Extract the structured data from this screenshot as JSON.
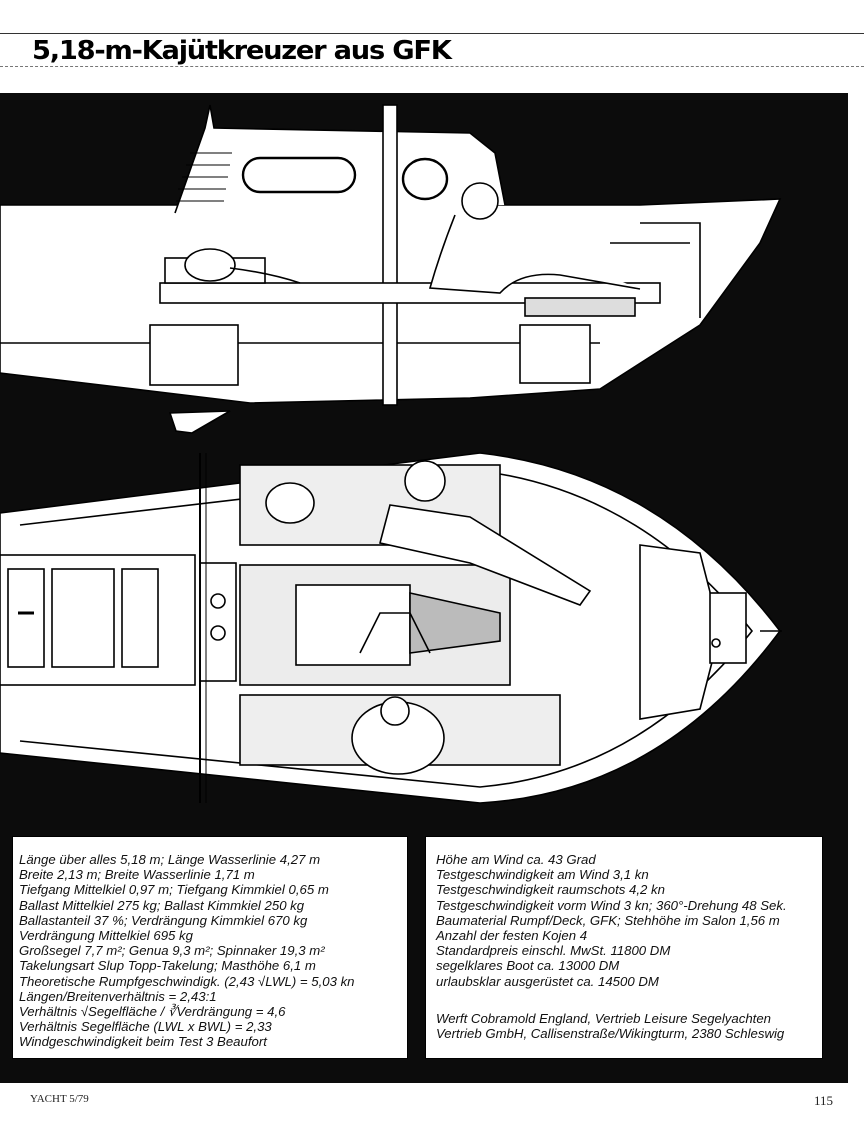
{
  "headline": "5,18-m-Kajütkreuzer aus GFK",
  "specs_left": [
    "Länge über alles 5,18 m; Länge Wasserlinie 4,27 m",
    "Breite 2,13 m; Breite Wasserlinie 1,71 m",
    "Tiefgang Mittelkiel 0,97 m; Tiefgang Kimmkiel 0,65 m",
    "Ballast Mittelkiel 275 kg; Ballast Kimmkiel 250 kg",
    "Ballastanteil 37 %; Verdrängung Kimmkiel 670 kg",
    "Verdrängung Mittelkiel 695 kg",
    "Großsegel 7,7 m²; Genua 9,3 m²; Spinnaker 19,3 m²",
    "Takelungsart Slup Topp-Takelung; Masthöhe 6,1 m",
    "Theoretische Rumpfgeschwindigk. (2,43 √LWL) = 5,03 kn",
    "Längen/Breitenverhältnis = 2,43:1",
    "Verhältnis √Segelfläche / ∛Verdrängung = 4,6",
    "Verhältnis Segelfläche (LWL x BWL) = 2,33",
    "Windgeschwindigkeit beim Test 3 Beaufort"
  ],
  "specs_right": [
    "Höhe am Wind ca. 43 Grad",
    "Testgeschwindigkeit am Wind 3,1 kn",
    "Testgeschwindigkeit raumschots 4,2 kn",
    "Testgeschwindigkeit vorm Wind 3 kn; 360°-Drehung 48 Sek.",
    "Baumaterial Rumpf/Deck, GFK; Stehhöhe im Salon 1,56 m",
    "Anzahl der festen Kojen 4",
    "Standardpreis einschl. MwSt. 11800 DM",
    "segelklares Boot ca. 13000 DM",
    "urlaubsklar ausgerüstet ca. 14500 DM"
  ],
  "specs_right_footer": [
    "Werft Cobramold England, Vertrieb Leisure Segelyachten",
    "Vertrieb GmbH, Callisenstraße/Wikingturm, 2380 Schleswig"
  ],
  "footer": {
    "publication": "YACHT 5/79",
    "page_number": "115"
  },
  "colors": {
    "panel": "#0c0c0c",
    "paper": "#ffffff",
    "ink": "#111111"
  },
  "icons": [
    "boat-side-profile-drawing",
    "boat-plan-view-drawing"
  ]
}
